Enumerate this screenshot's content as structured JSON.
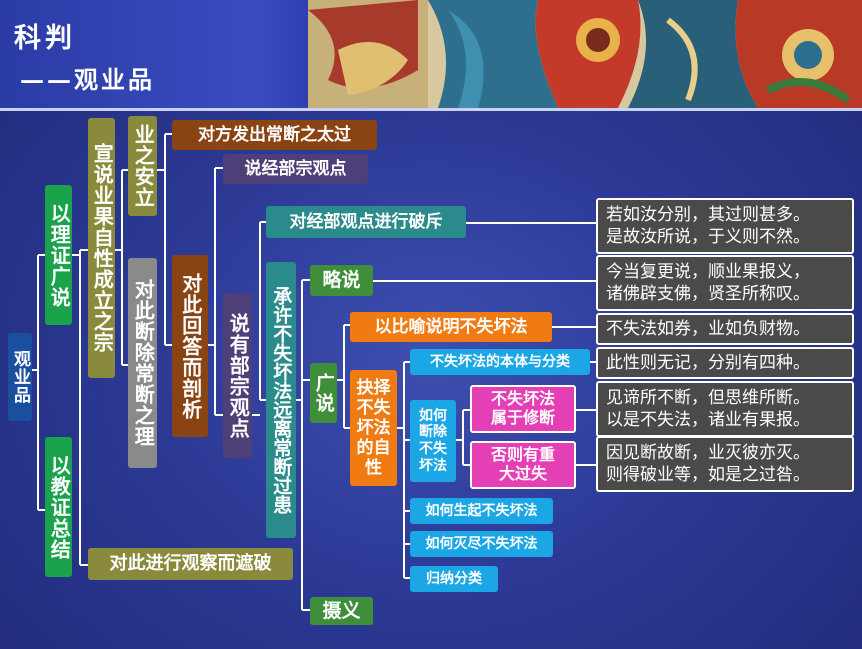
{
  "header": {
    "title_line1": "科判",
    "title_line2": "——观业品"
  },
  "nodes": {
    "root": "观业品",
    "reason": "以理证广说",
    "scripture": "以教证总结",
    "establish": "宣说业果自性成立之宗",
    "secure": "业之安立",
    "eliminate": "对此断除常断之理",
    "opponent": "对方发出常断之太过",
    "answer": "对此回答而剖析",
    "sautrantika_view": "说经部宗观点",
    "own_view": "说有部宗观点",
    "refute": "对经部观点进行破斥",
    "accept": "承许不失坏法远离常断过患",
    "brief": "略说",
    "extensive": "广说",
    "analogy": "以比喻说明不失坏法",
    "select": "抉择不失坏法的自性",
    "essence": "不失坏法的本体与分类",
    "how_eliminate": "如何断除不失坏法",
    "cultivation": "不失坏法属于修断",
    "fault": "否则有重大过失",
    "arise": "如何生起不失坏法",
    "cease": "如何灭尽不失坏法",
    "summary": "归纳分类",
    "observe": "对此进行观察而遮破",
    "conclude": "摄义"
  },
  "quotes": {
    "q1_line1": "若如汝分别，其过则甚多。",
    "q1_line2": "是故汝所说，于义则不然。",
    "q2_line1": "今当复更说，顺业果报义，",
    "q2_line2": "诸佛辟支佛，贤圣所称叹。",
    "q3": "不失法如券，业如负财物。",
    "q4": "此性则无记，分别有四种。",
    "q5_line1": "见谛所不断，但思维所断。",
    "q5_line2": "以是不失法，诸业有果报。",
    "q6_line1": "因见断故断，业灭彼亦灭。",
    "q6_line2": "则得破业等，如是之过咎。"
  },
  "colors": {
    "background": "#2c3a96",
    "connector": "#ffffff",
    "green": "#1aa34a",
    "olive": "#8a8a3c",
    "gray": "#8a8a8a",
    "brown": "#8a4414",
    "purple": "#4f3f78",
    "teal": "#2a8a8c",
    "orange": "#f07b12",
    "cyan": "#1ba6e6",
    "pink": "#e43fb4",
    "root_blue": "#1a4fa0",
    "quote_box": "#4a4a4a"
  }
}
